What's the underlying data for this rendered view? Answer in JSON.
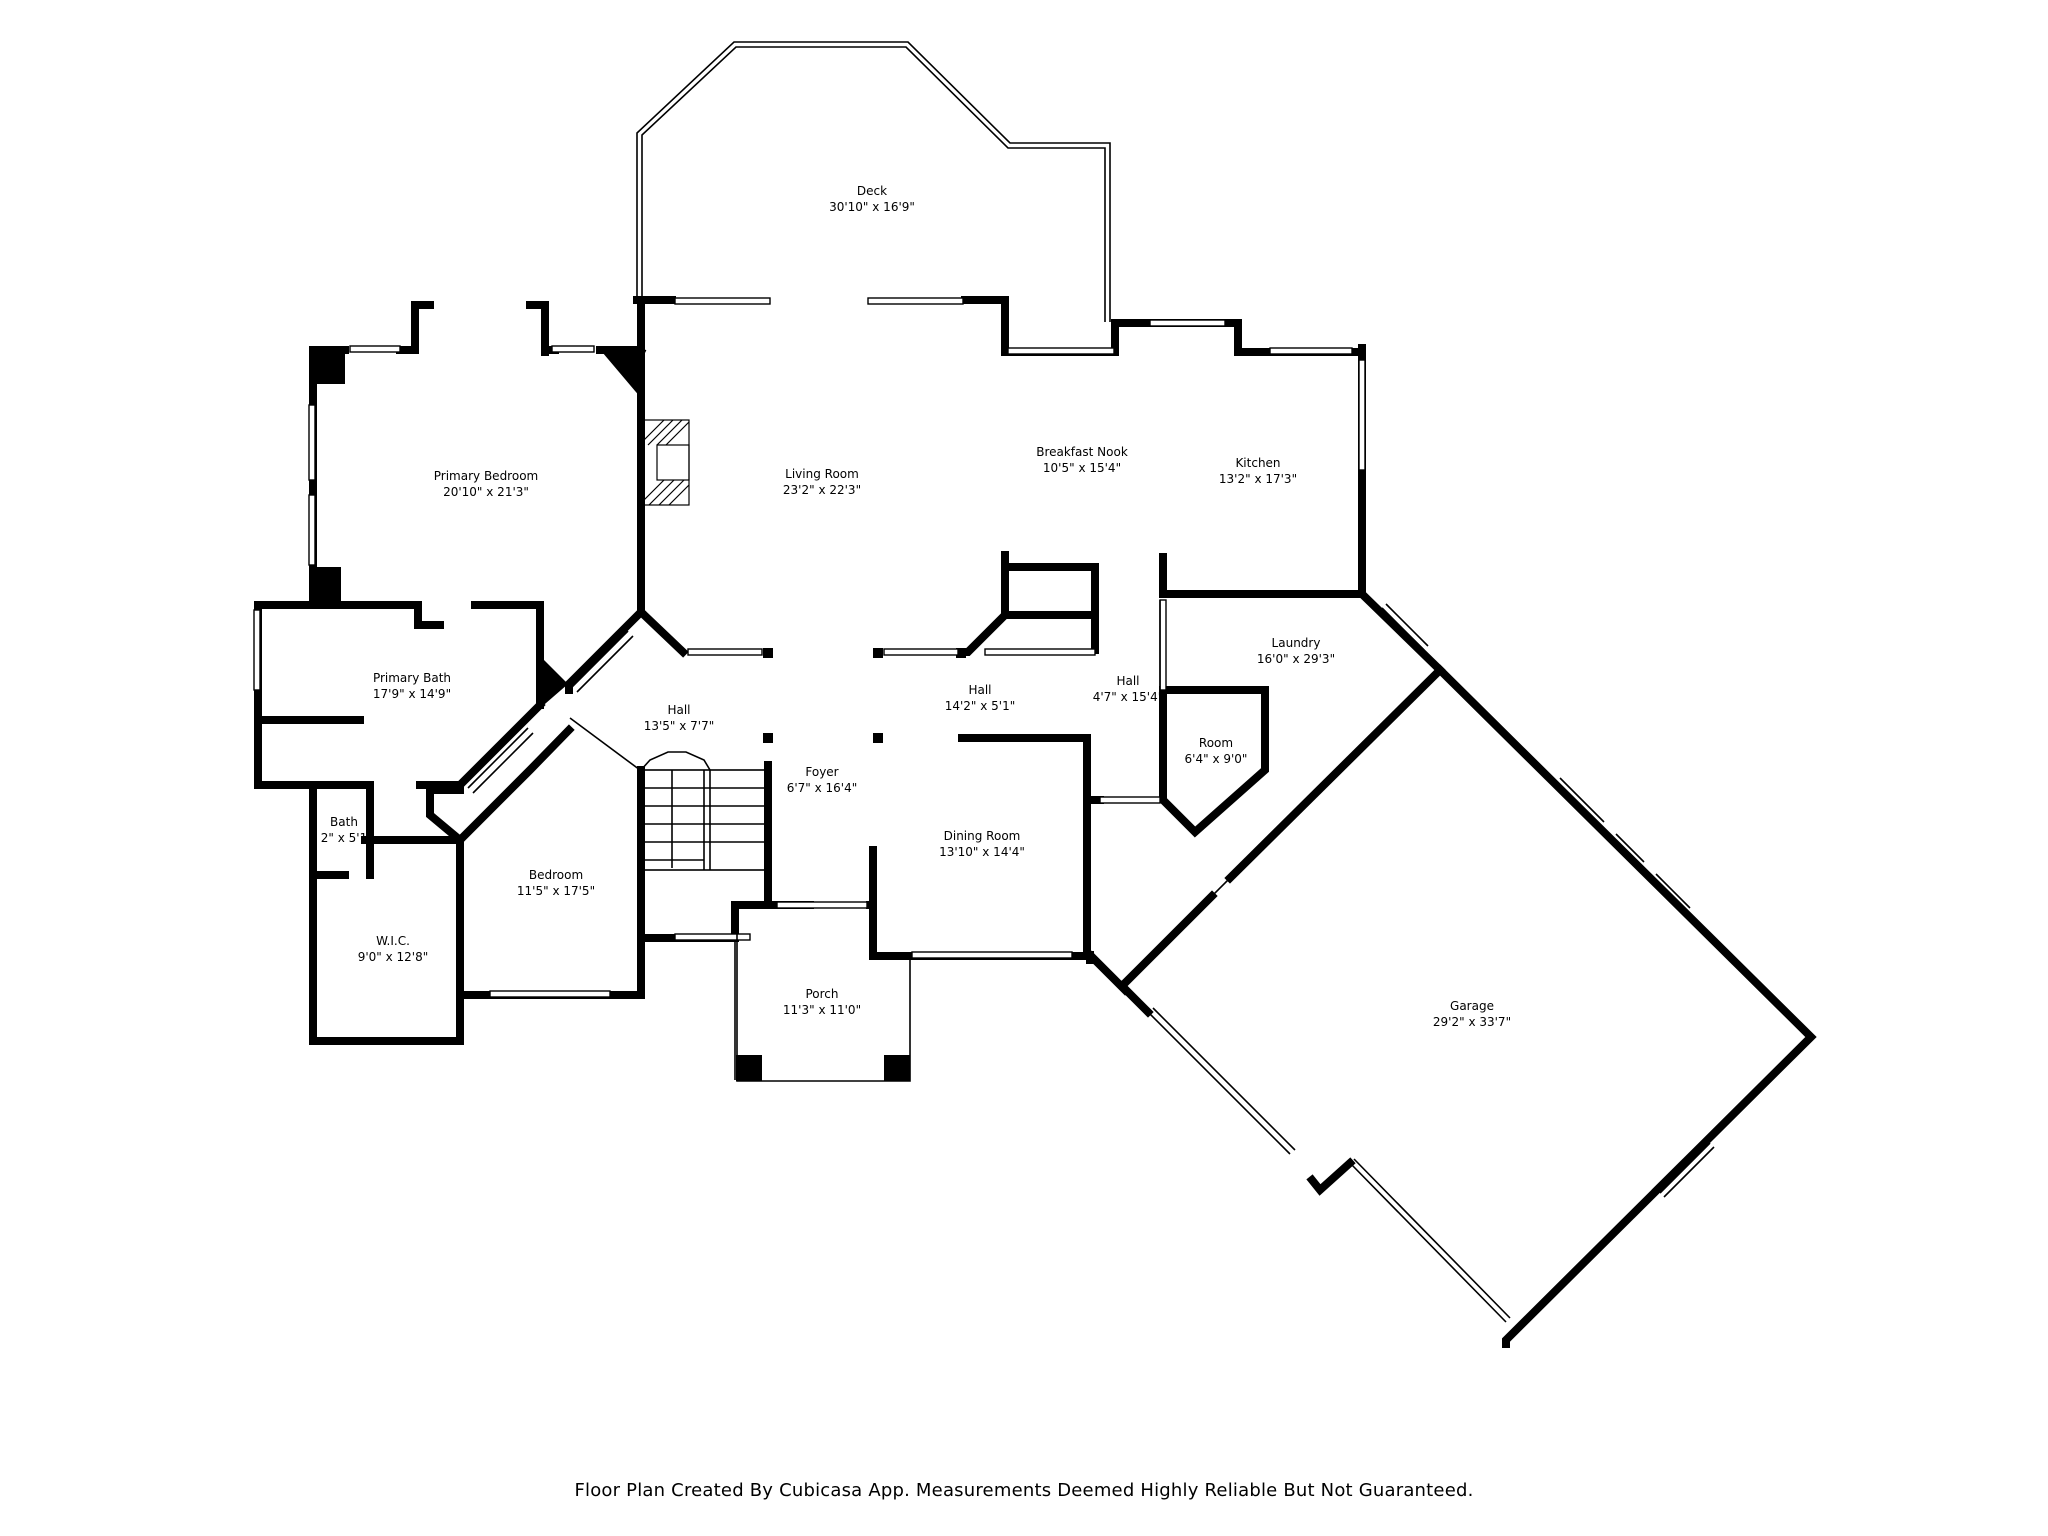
{
  "rooms": {
    "deck": {
      "name": "Deck",
      "dim": "30'10\" x 16'9\""
    },
    "living": {
      "name": "Living Room",
      "dim": "23'2\" x 22'3\""
    },
    "breakfast": {
      "name": "Breakfast Nook",
      "dim": "10'5\" x 15'4\""
    },
    "kitchen": {
      "name": "Kitchen",
      "dim": "13'2\" x 17'3\""
    },
    "primary_bedroom": {
      "name": "Primary Bedroom",
      "dim": "20'10\" x 21'3\""
    },
    "primary_bath": {
      "name": "Primary Bath",
      "dim": "17'9\" x 14'9\""
    },
    "hall_left": {
      "name": "Hall",
      "dim": "13'5\" x 7'7\""
    },
    "hall_center": {
      "name": "Hall",
      "dim": "14'2\" x 5'1\""
    },
    "hall_right": {
      "name": "Hall",
      "dim": "4'7\" x 15'4\""
    },
    "laundry": {
      "name": "Laundry",
      "dim": "16'0\" x 29'3\""
    },
    "room": {
      "name": "Room",
      "dim": "6'4\" x 9'0\""
    },
    "foyer": {
      "name": "Foyer",
      "dim": "6'7\" x 16'4\""
    },
    "dining": {
      "name": "Dining Room",
      "dim": "13'10\" x 14'4\""
    },
    "bath": {
      "name": "Bath",
      "dim": "2\" x 5'1"
    },
    "bedroom": {
      "name": "Bedroom",
      "dim": "11'5\" x 17'5\""
    },
    "wic": {
      "name": "W.I.C.",
      "dim": "9'0\" x 12'8\""
    },
    "porch": {
      "name": "Porch",
      "dim": "11'3\" x 11'0\""
    },
    "garage": {
      "name": "Garage",
      "dim": "29'2\" x 33'7\""
    }
  },
  "footer": "Floor Plan Created By Cubicasa App. Measurements Deemed Highly Reliable But Not Guaranteed."
}
